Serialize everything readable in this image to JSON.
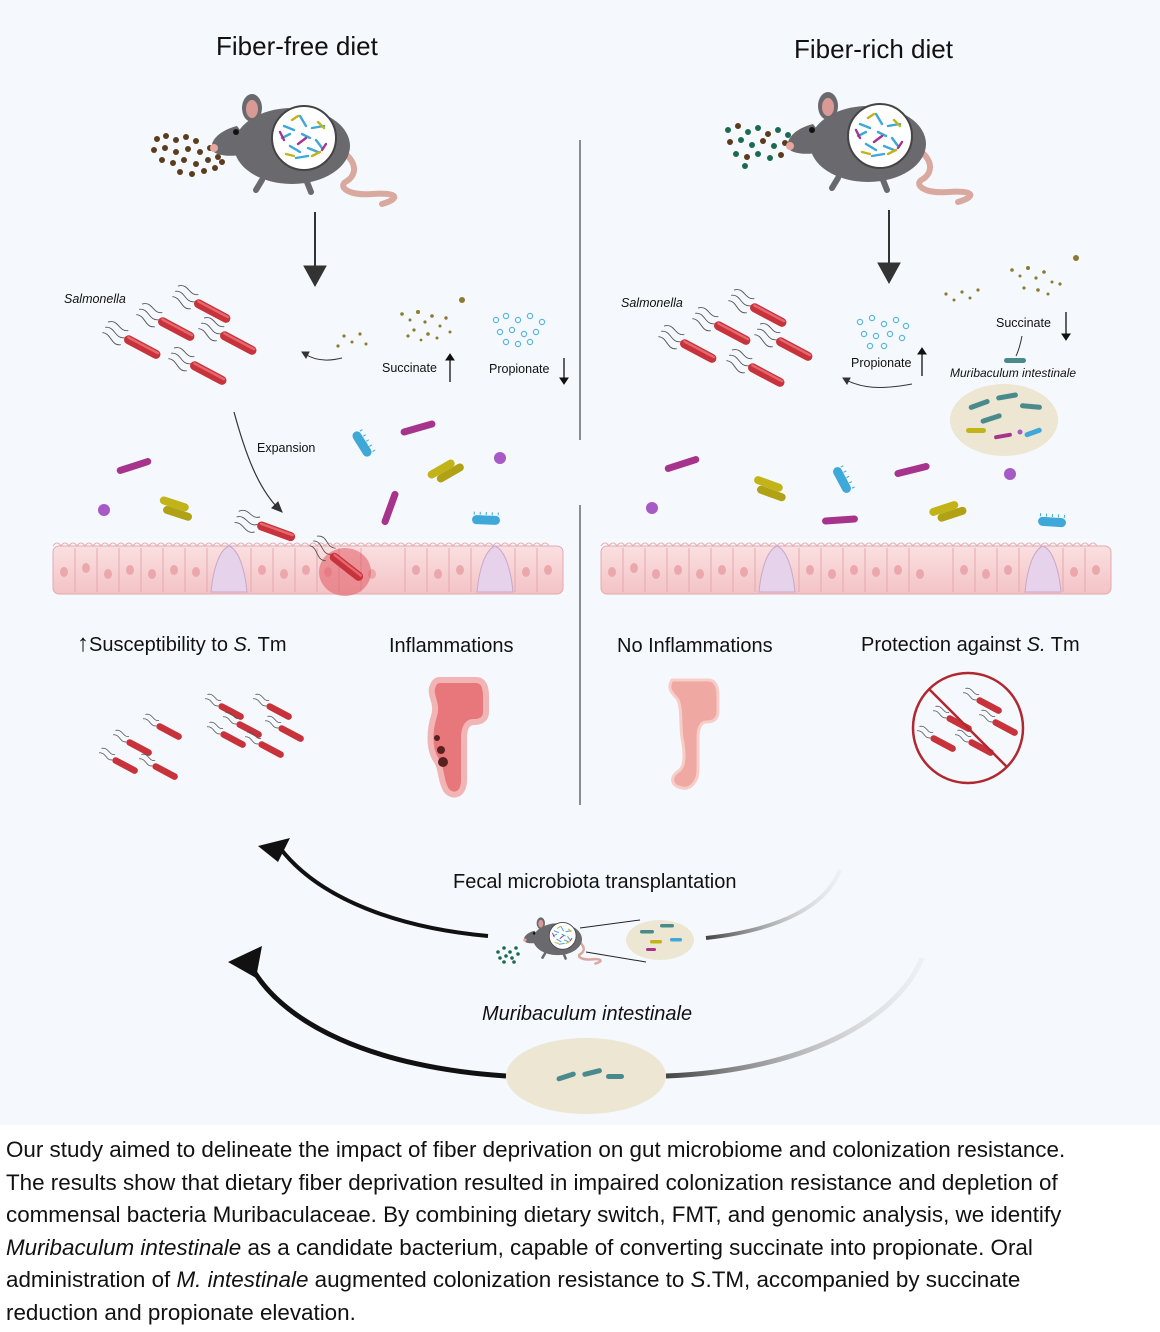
{
  "panels": {
    "left_title": "Fiber-free diet",
    "right_title": "Fiber-rich diet"
  },
  "left": {
    "salmonella": "Salmonella",
    "succinate": "Succinate",
    "propionate": "Propionate",
    "expansion": "Expansion",
    "outcome1_pre": "Susceptibility to ",
    "outcome1_it": "S.",
    "outcome1_post": " Tm",
    "outcome2": "Inflammations"
  },
  "right": {
    "salmonella": "Salmonella",
    "succinate": "Succinate",
    "propionate": "Propionate",
    "muribaculum": "Muribaculum intestinale",
    "outcome1": "No Inflammations",
    "outcome2_pre": "Protection against ",
    "outcome2_it": "S.",
    "outcome2_post": " Tm"
  },
  "bottom": {
    "fmt": "Fecal microbiota transplantation",
    "muribaculum": "Muribaculum intestinale"
  },
  "caption": {
    "line1": "Our study aimed to delineate the impact of fiber deprivation on gut microbiome and colonization resistance.",
    "line2": "The results show that dietary fiber deprivation resulted in impaired colonization resistance and depletion of",
    "line3": "commensal bacteria Muribaculaceae. By combining dietary switch, FMT, and genomic analysis, we identify",
    "line4_it": "Muribaculum intestinale",
    "line4_rest": " as a candidate bacterium, capable of converting succinate into propionate. Oral",
    "line5_a": "administration of ",
    "line5_it1": "M. intestinale",
    "line5_b": " augmented colonization resistance to ",
    "line5_it2": "S",
    "line5_c": ".TM, accompanied by succinate",
    "line6": "reduction and propionate elevation."
  },
  "colors": {
    "salmonella": "#c8323a",
    "magenta": "#a6348c",
    "blue": "#3ea8d8",
    "yellow": "#c2b418",
    "teal": "#4a8a8c",
    "mouse": "#6a6a6e",
    "epithelium": "#f4c6c8",
    "colon": "#e88a88"
  },
  "icons": [
    "mouse-icon",
    "salmonella-icon",
    "colon-icon",
    "no-salmonella-icon",
    "epithelium-icon",
    "arrow-icon"
  ]
}
